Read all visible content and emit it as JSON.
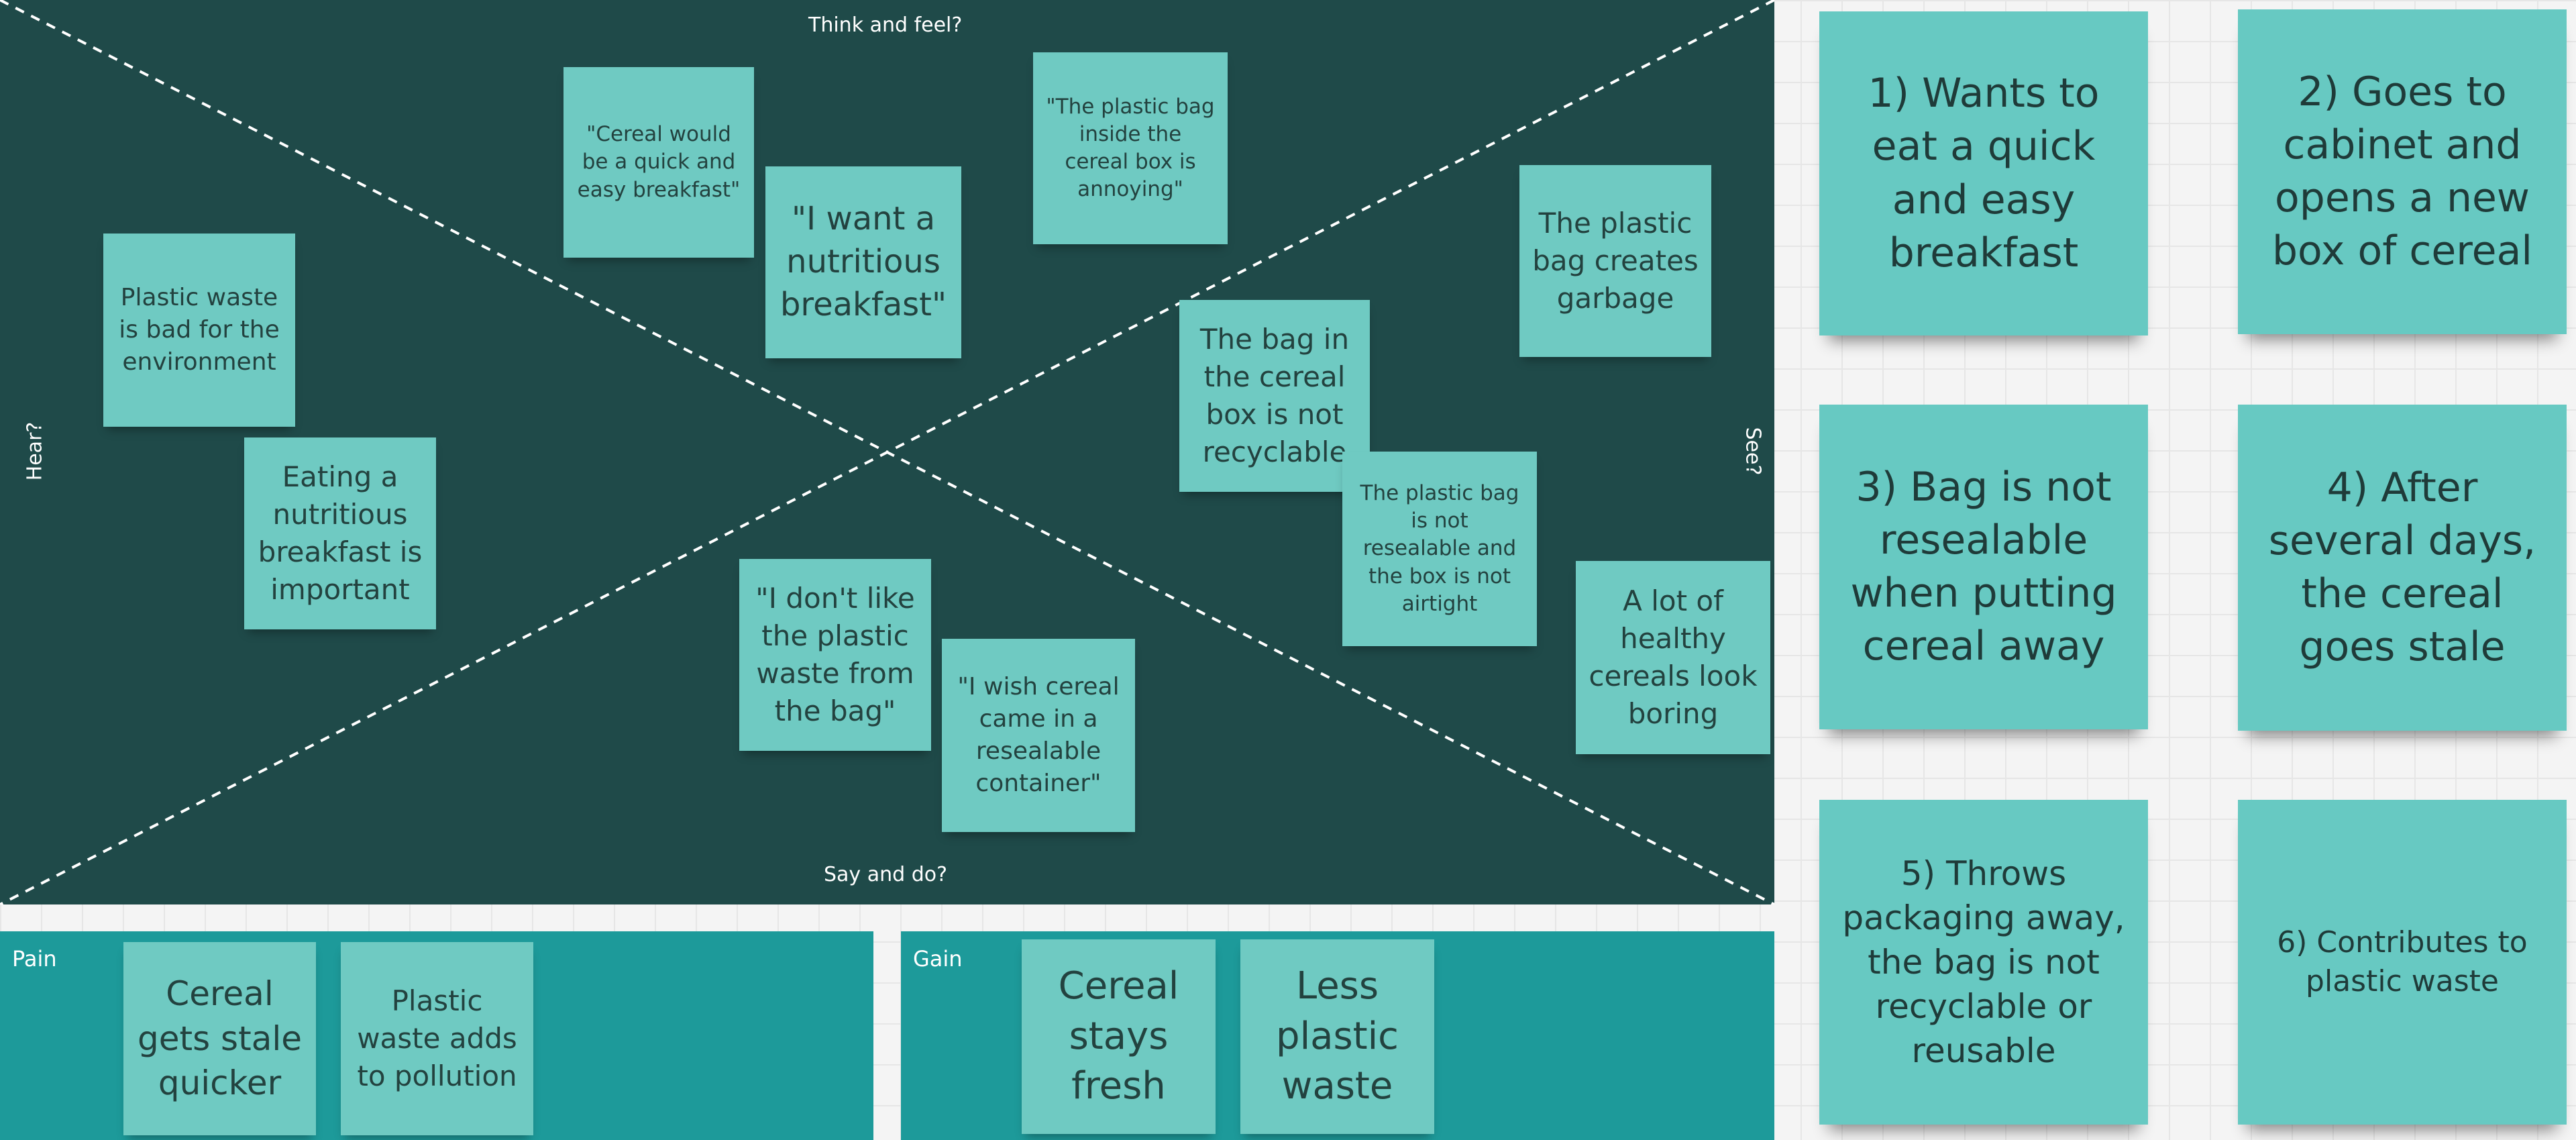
{
  "empathy_map": {
    "labels": {
      "think_and_feel": "Think and feel?",
      "say_and_do": "Say and do?",
      "hear": "Hear?",
      "see": "See?"
    },
    "notes": [
      "\"Cereal would be a quick and easy breakfast\"",
      "\"I want a nutritious breakfast\"",
      "\"The plastic bag inside the cereal box is annoying\"",
      "Plastic waste is bad for the environment",
      "Eating a nutritious breakfast is important",
      "The plastic bag creates garbage",
      "The bag in the cereal box is not recyclable",
      "The plastic bag is not resealable and the box is not airtight",
      "A lot of healthy cereals look boring",
      "\"I don't like the plastic waste from the bag\"",
      "\"I wish cereal came in a resealable container\""
    ]
  },
  "pain": {
    "label": "Pain",
    "notes": [
      "Cereal gets stale quicker",
      "Plastic waste adds to pollution"
    ]
  },
  "gain": {
    "label": "Gain",
    "notes": [
      "Cereal stays fresh",
      "Less plastic waste"
    ]
  },
  "journey_steps": [
    "1) Wants to eat a quick and easy breakfast",
    "2) Goes to cabinet and opens a new box of cereal",
    "3) Bag is not resealable when putting cereal away",
    "4) After several days, the cereal goes stale",
    "5) Throws packaging away, the bag is not recyclable or reusable",
    "6) Contributes to plastic waste"
  ],
  "colors": {
    "map_background": "#1f4a49",
    "strip_background": "#1d9a9a",
    "sticky_note": "#6fcac2",
    "canvas": "#f4f4f4"
  }
}
